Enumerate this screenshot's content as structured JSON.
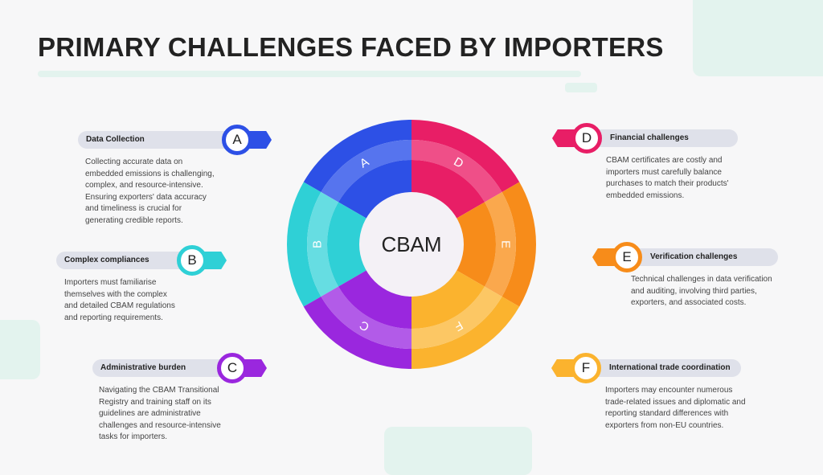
{
  "title": "PRIMARY CHALLENGES FACED BY IMPORTERS",
  "center_label": "CBAM",
  "items": [
    {
      "letter": "A",
      "title": "Data Collection",
      "color": "#2d50e6",
      "light": "#5674ee",
      "desc": "Collecting accurate data on\nembedded emissions is challenging,\ncomplex, and resource-intensive.\nEnsuring exporters' data accuracy\nand timeliness is crucial for\ngenerating credible reports."
    },
    {
      "letter": "B",
      "title": "Complex compliances",
      "color": "#2fd0d6",
      "light": "#66dde2",
      "desc": "Importers must familiarise\nthemselves with the complex\nand detailed CBAM regulations\nand reporting requirements."
    },
    {
      "letter": "C",
      "title": "Administrative burden",
      "color": "#9a27de",
      "light": "#b25be8",
      "desc": "Navigating the CBAM Transitional\nRegistry and training staff on its\nguidelines are administrative\nchallenges and resource-intensive\ntasks for importers."
    },
    {
      "letter": "D",
      "title": "Financial challenges",
      "color": "#e81e66",
      "light": "#ef4f88",
      "desc": "CBAM certificates are costly and\nimporters must carefully balance\npurchases to match their products'\nembedded emissions."
    },
    {
      "letter": "E",
      "title": "Verification challenges",
      "color": "#f78c1a",
      "light": "#faa84d",
      "desc": "Technical challenges in data verification\nand auditing, involving third parties,\nexporters, and associated costs."
    },
    {
      "letter": "F",
      "title": "International trade coordination",
      "color": "#fbb32e",
      "light": "#fcc764",
      "desc": "Importers may encounter numerous\ntrade-related issues and diplomatic and\nreporting standard differences with\nexporters from non-EU countries."
    }
  ]
}
